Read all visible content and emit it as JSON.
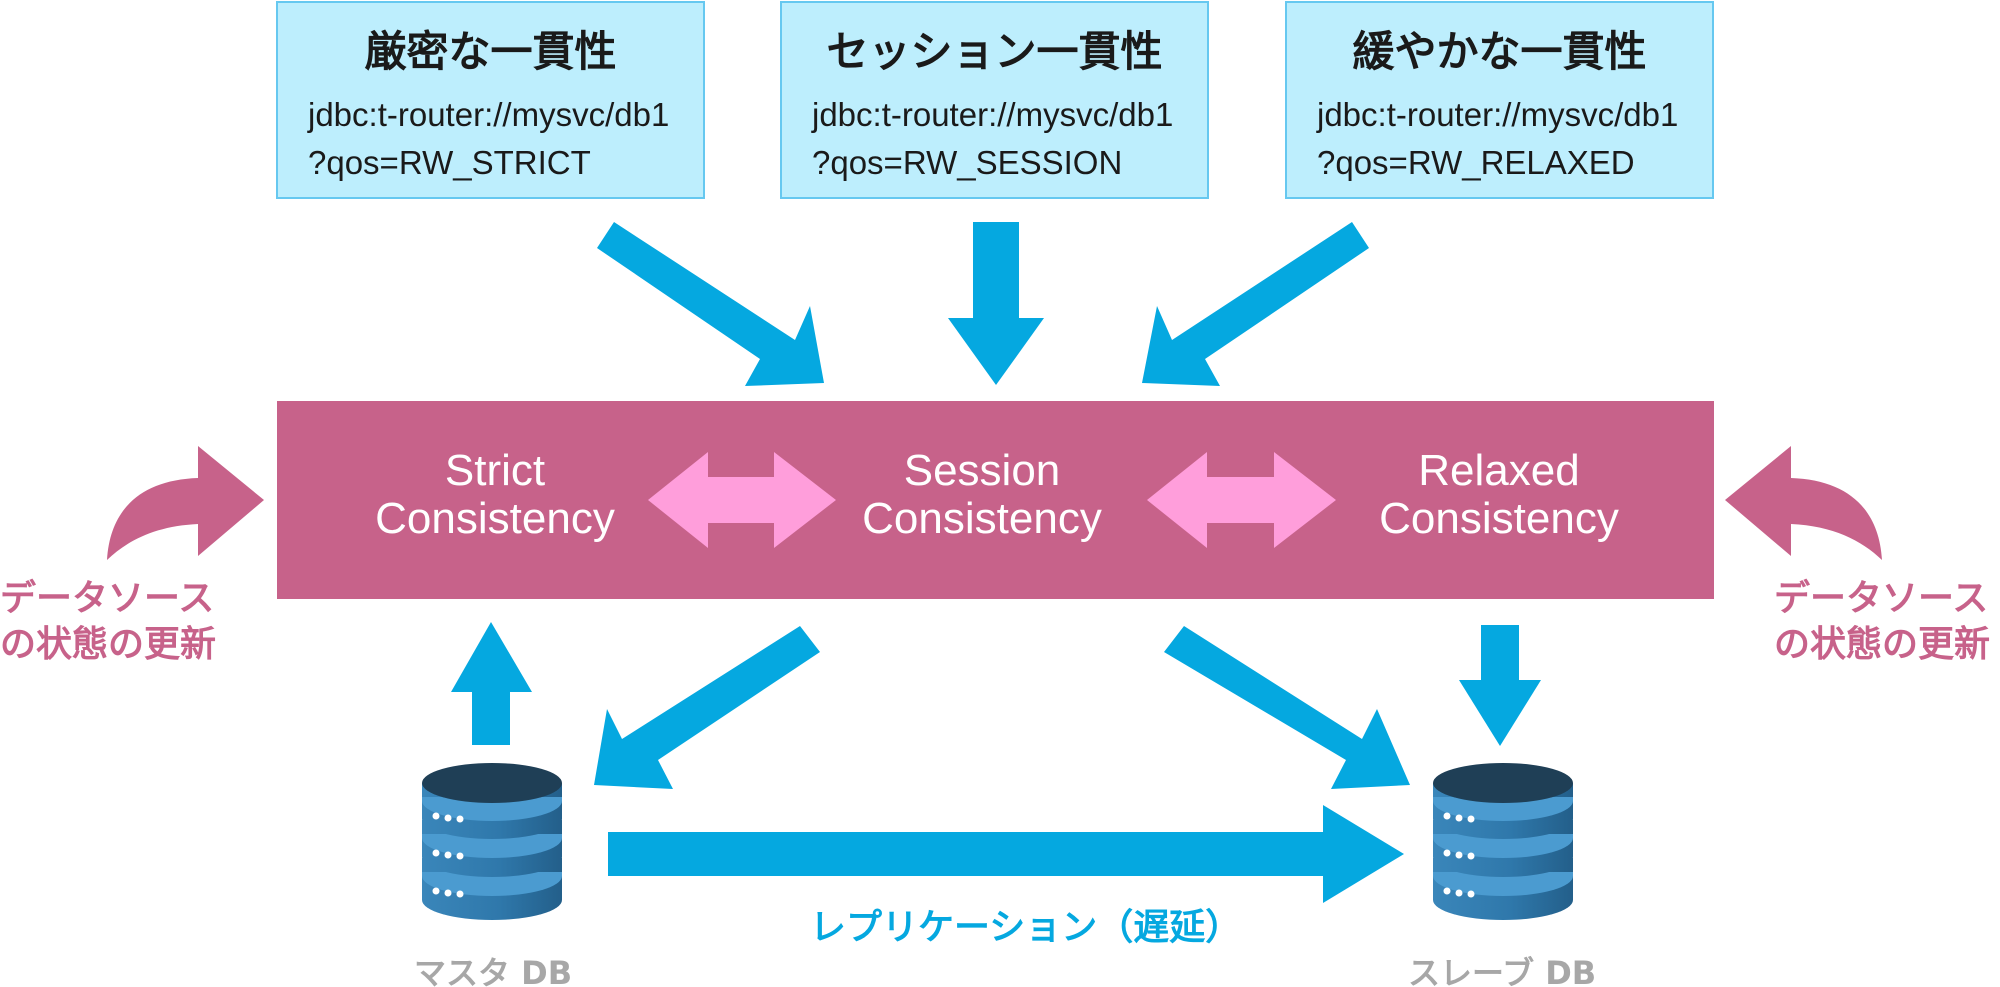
{
  "consistency_levels": [
    {
      "title": "厳密な一貫性",
      "url": "jdbc:t-router://mysvc/db1",
      "query": "?qos=RW_STRICT",
      "mode": "Strict Consistency"
    },
    {
      "title": "セッション一貫性",
      "url": "jdbc:t-router://mysvc/db1",
      "query": "?qos=RW_SESSION",
      "mode": "Session Consistency"
    },
    {
      "title": "緩やかな一貫性",
      "url": "jdbc:t-router://mysvc/db1",
      "query": "?qos=RW_RELAXED",
      "mode": "Relaxed Consistency"
    }
  ],
  "side_notes": {
    "left": [
      "データソース",
      "の状態の更新"
    ],
    "right": [
      "データソース",
      "の状態の更新"
    ]
  },
  "databases": {
    "master": "マスタ DB",
    "slave": "スレーブ DB"
  },
  "replication_label": "レプリケーション（遅延）",
  "colors": {
    "box_fill": "#bdeefd",
    "box_border": "#66c8f0",
    "band": "#c7628a",
    "link_arrow": "#ff9edb",
    "flow_arrow": "#05a8e0",
    "db_body": "#2f78ab",
    "db_band": "#4b9bd0",
    "db_top": "#1f3f56",
    "label_gray": "#a7a7a7"
  }
}
